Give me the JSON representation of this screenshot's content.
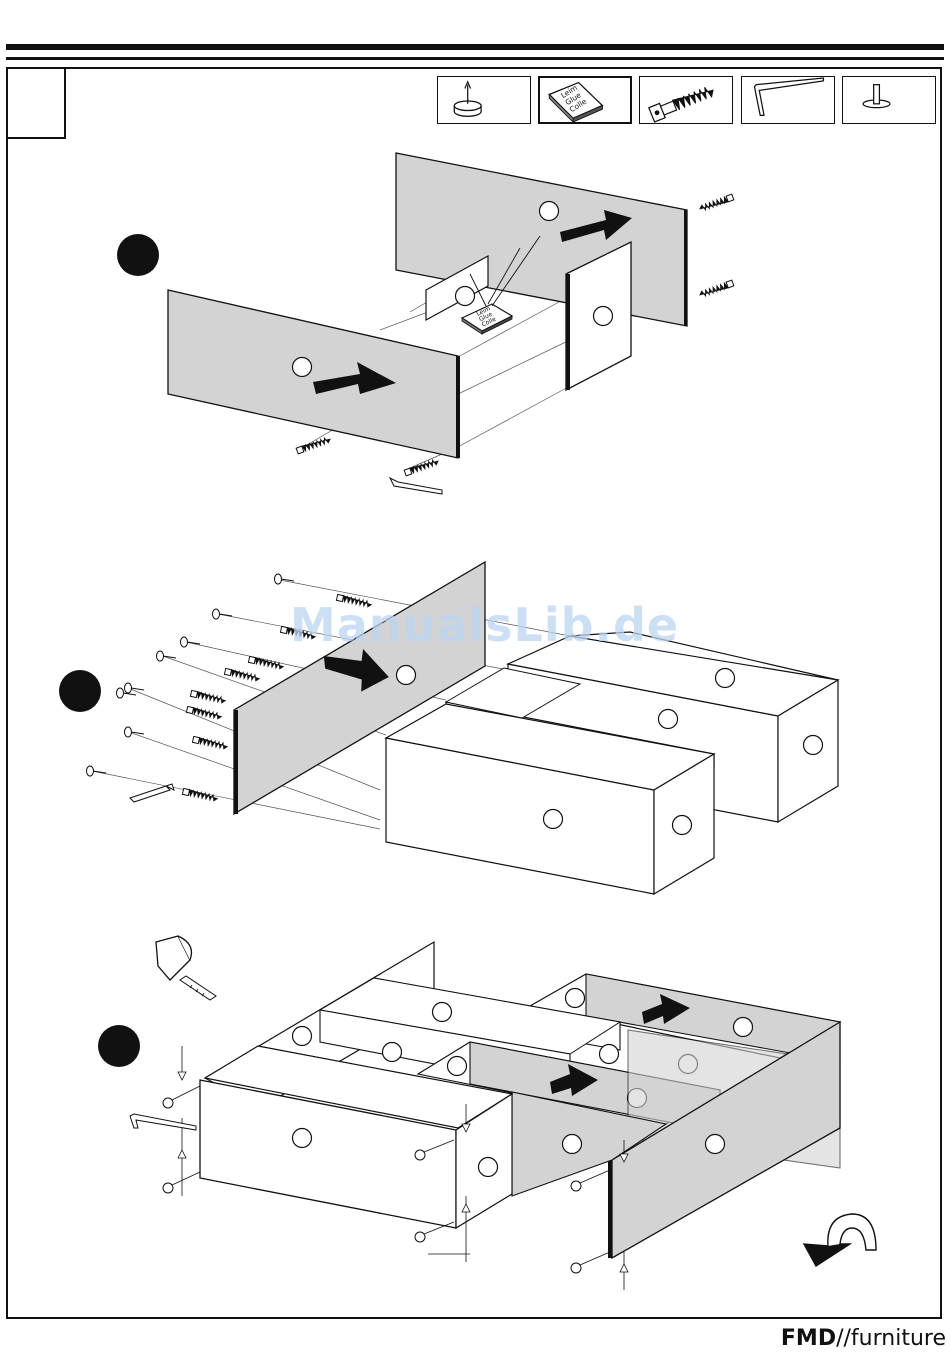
{
  "parts": [
    {
      "icon": "furniture-glide-icon"
    },
    {
      "icon": "glue-bottle-icon",
      "label_lines": [
        "Leim",
        "Glue",
        "Colle"
      ]
    },
    {
      "icon": "confirmat-screw-icon"
    },
    {
      "icon": "hex-key-icon"
    },
    {
      "icon": "wooden-dowel-icon"
    }
  ],
  "steps": [
    {
      "glue_label_lines": [
        "Leim",
        "Glue",
        "Colle"
      ]
    },
    {},
    {}
  ],
  "watermark": "ManualsLib.de",
  "brand": {
    "bold": "FMD",
    "light": "//furniture"
  },
  "colors": {
    "panel_grey": "#d3d3d3",
    "ink": "#111111",
    "watermark": "#bcd6f2"
  }
}
